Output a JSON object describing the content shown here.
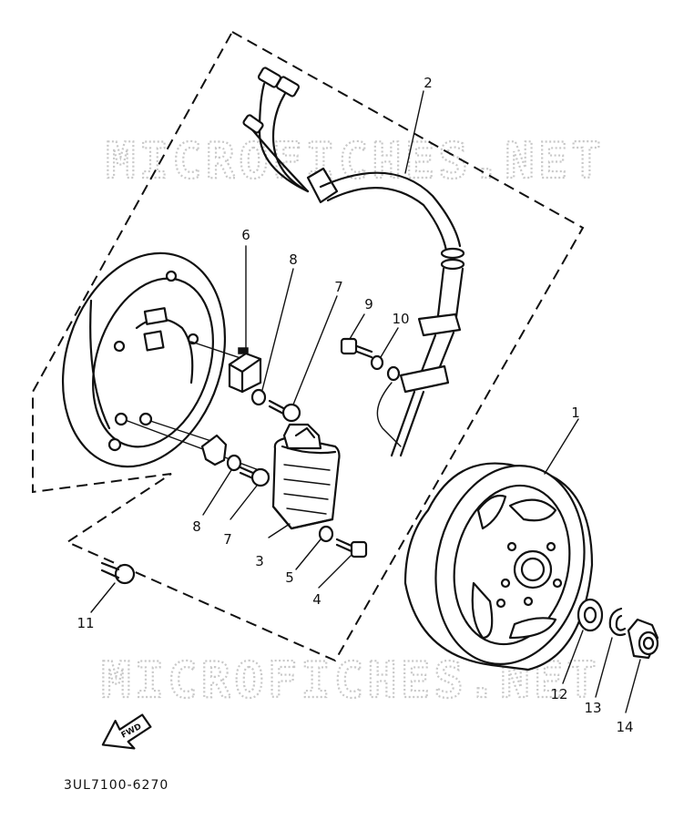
{
  "watermarks": [
    "MICROFICHES.NET",
    "MICROFICHES.NET"
  ],
  "callouts": {
    "c1": "1",
    "c2": "2",
    "c3": "3",
    "c4": "4",
    "c5": "5",
    "c6": "6",
    "c7a": "7",
    "c7b": "7",
    "c8a": "8",
    "c8b": "8",
    "c9": "9",
    "c10": "10",
    "c11": "11",
    "c12": "12",
    "c13": "13",
    "c14": "14"
  },
  "fwd_label": "FWD",
  "diagram_code": "3UL7100-6270"
}
